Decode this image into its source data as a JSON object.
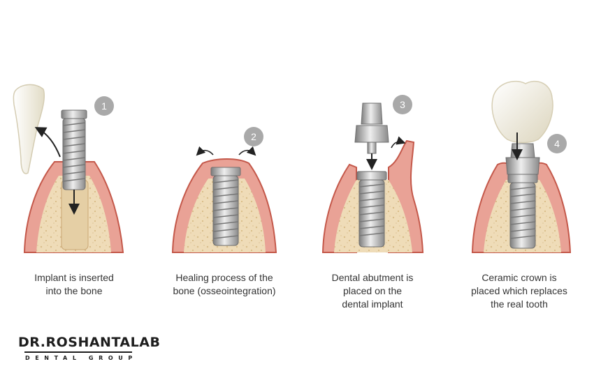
{
  "steps": [
    {
      "number": "1",
      "caption": [
        "Implant is inserted",
        "into the bone"
      ]
    },
    {
      "number": "2",
      "caption": [
        "Healing process of the",
        "bone (osseointegration)"
      ]
    },
    {
      "number": "3",
      "caption": [
        "Dental abutment is",
        "placed on the",
        "dental implant"
      ]
    },
    {
      "number": "4",
      "caption": [
        "Ceramic crown is",
        "placed which replaces",
        "the real tooth"
      ]
    }
  ],
  "logo": {
    "main": "DR.ROSHANTALAB",
    "sub": "DENTAL GROUP"
  },
  "colors": {
    "gum": "#e9a296",
    "gum_edge": "#c4584a",
    "bone": "#efdcb8",
    "metal": "#b9b9b9",
    "badge": "#a9a9a9",
    "tooth": "#f3efe2"
  }
}
